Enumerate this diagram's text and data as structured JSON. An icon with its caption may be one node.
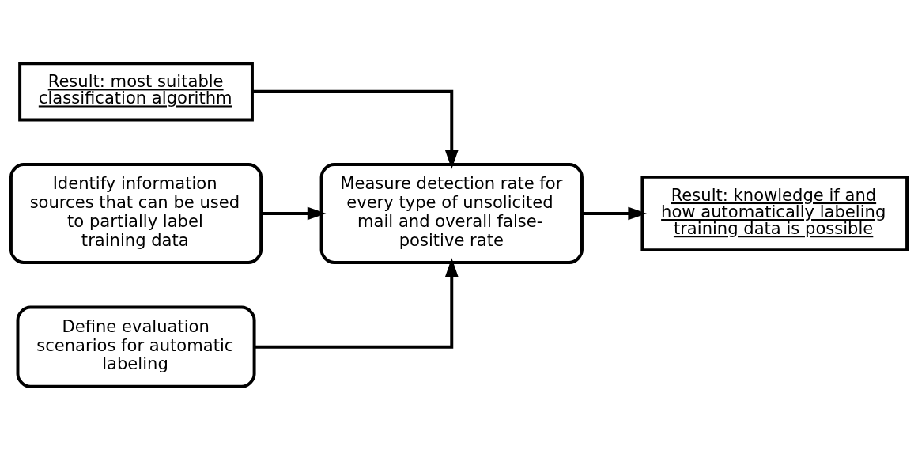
{
  "diagram": {
    "nodes": [
      {
        "text": [
          "Result: most suitable classification algorithm"
        ]
      },
      {
        "text": [
          "Identify information sources that can be used to partially label training data"
        ]
      },
      {
        "text": [
          "Define evaluation scenarios for automatic labeling"
        ]
      },
      {
        "text": [
          "Measure detection rate for every type of unsolicited mail and overall false-positive rate"
        ]
      },
      {
        "text": [
          "Result: knowledge if and how automatically labeling training data is possible"
        ]
      }
    ],
    "edges": [
      {
        "from": 0,
        "to": 3,
        "arrow": "to"
      },
      {
        "from": 1,
        "to": 3,
        "arrow": "to"
      },
      {
        "from": 2,
        "to": 3,
        "arrow": "to"
      },
      {
        "from": 3,
        "to": 4,
        "arrow": "to"
      }
    ]
  }
}
